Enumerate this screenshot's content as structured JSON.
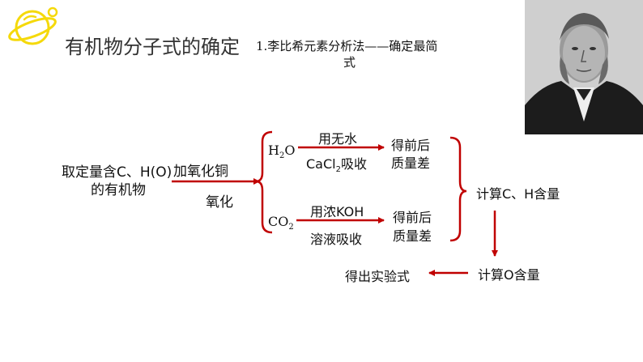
{
  "title": "有机物分子式的确定",
  "method": {
    "line1": "1.李比希元素分析法——确定最简",
    "line2": "式"
  },
  "sample": {
    "line1": "取定量含C、H(O)",
    "line2": "的有机物"
  },
  "oxidize": {
    "line1": "加氧化铜",
    "line2": "氧化"
  },
  "water": {
    "symbol": "H",
    "sub": "2",
    "tail": "O",
    "absorb_line1": "用无水",
    "absorb_line2_pre": "CaCl",
    "absorb_line2_sub": "2",
    "absorb_line2_post": "吸收",
    "result_line1": "得前后",
    "result_line2": "质量差"
  },
  "co2": {
    "symbol": "CO",
    "sub": "2",
    "absorb_line1": "用浓KOH",
    "absorb_line2": "溶液吸收",
    "result_line1": "得前后",
    "result_line2": "质量差"
  },
  "calc_ch": "计算C、H含量",
  "calc_o": "计算O含量",
  "empirical": "得出实验式",
  "colors": {
    "arrow": "#c00000",
    "planet": "#f5d90a"
  }
}
